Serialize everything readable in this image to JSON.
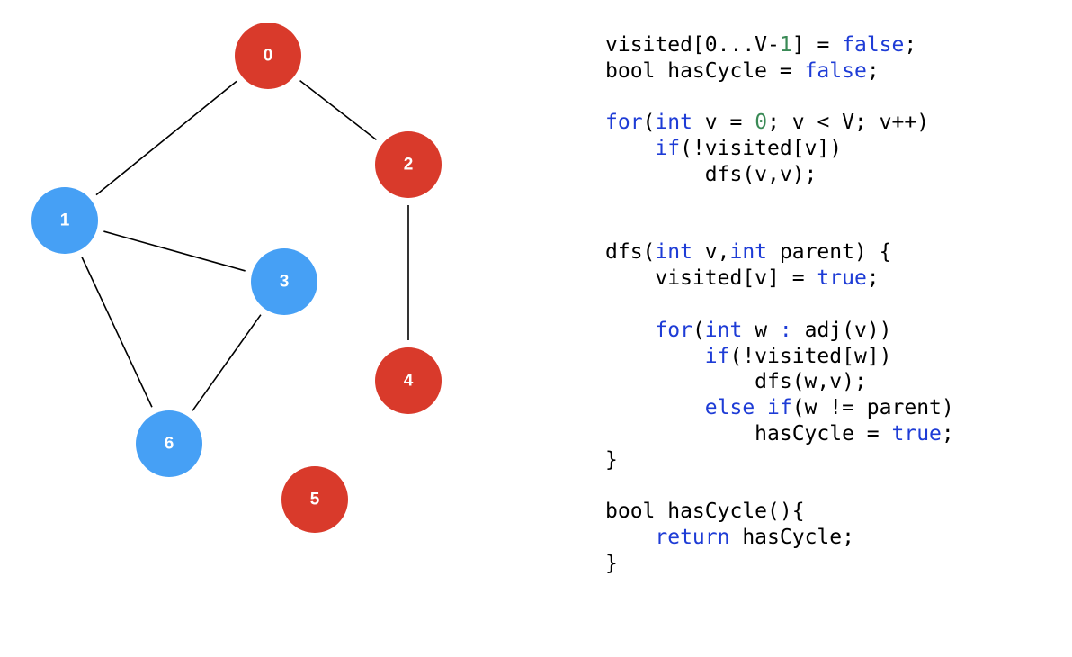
{
  "colors": {
    "visited_red": "#D93A2B",
    "visited_blue": "#46A0F5",
    "edge": "#000000",
    "keyword": "#1E3CD6",
    "number": "#3A8A56",
    "text": "#000000"
  },
  "graph": {
    "nodes": [
      {
        "id": "0",
        "label": "0",
        "color": "visited_red"
      },
      {
        "id": "1",
        "label": "1",
        "color": "visited_blue"
      },
      {
        "id": "2",
        "label": "2",
        "color": "visited_red"
      },
      {
        "id": "3",
        "label": "3",
        "color": "visited_blue"
      },
      {
        "id": "4",
        "label": "4",
        "color": "visited_red"
      },
      {
        "id": "5",
        "label": "5",
        "color": "visited_red"
      },
      {
        "id": "6",
        "label": "6",
        "color": "visited_blue"
      }
    ],
    "edges": [
      {
        "from": "0",
        "to": "1"
      },
      {
        "from": "0",
        "to": "2"
      },
      {
        "from": "1",
        "to": "3"
      },
      {
        "from": "1",
        "to": "6"
      },
      {
        "from": "3",
        "to": "6"
      },
      {
        "from": "2",
        "to": "4"
      }
    ]
  },
  "code": {
    "lines": [
      [
        {
          "t": "visited[",
          "k": "text"
        },
        {
          "t": "0",
          "k": "text"
        },
        {
          "t": "...V-",
          "k": "text"
        },
        {
          "t": "1",
          "k": "number"
        },
        {
          "t": "] = ",
          "k": "text"
        },
        {
          "t": "false",
          "k": "keyword"
        },
        {
          "t": ";",
          "k": "text"
        }
      ],
      [
        {
          "t": "bool hasCycle = ",
          "k": "text"
        },
        {
          "t": "false",
          "k": "keyword"
        },
        {
          "t": ";",
          "k": "text"
        }
      ],
      [],
      [
        {
          "t": "for",
          "k": "keyword"
        },
        {
          "t": "(",
          "k": "text"
        },
        {
          "t": "int",
          "k": "keyword"
        },
        {
          "t": " v = ",
          "k": "text"
        },
        {
          "t": "0",
          "k": "number"
        },
        {
          "t": "; v < V; v++)",
          "k": "text"
        }
      ],
      [
        {
          "t": "    ",
          "k": "text"
        },
        {
          "t": "if",
          "k": "keyword"
        },
        {
          "t": "(!visited[v])",
          "k": "text"
        }
      ],
      [
        {
          "t": "        dfs(v,v);",
          "k": "text"
        }
      ],
      [],
      [],
      [
        {
          "t": "dfs(",
          "k": "text"
        },
        {
          "t": "int",
          "k": "keyword"
        },
        {
          "t": " v,",
          "k": "text"
        },
        {
          "t": "int",
          "k": "keyword"
        },
        {
          "t": " parent) {",
          "k": "text"
        }
      ],
      [
        {
          "t": "    visited[v] = ",
          "k": "text"
        },
        {
          "t": "true",
          "k": "keyword"
        },
        {
          "t": ";",
          "k": "text"
        }
      ],
      [],
      [
        {
          "t": "    ",
          "k": "text"
        },
        {
          "t": "for",
          "k": "keyword"
        },
        {
          "t": "(",
          "k": "text"
        },
        {
          "t": "int",
          "k": "keyword"
        },
        {
          "t": " w ",
          "k": "text"
        },
        {
          "t": ":",
          "k": "keyword"
        },
        {
          "t": " adj(v))",
          "k": "text"
        }
      ],
      [
        {
          "t": "        ",
          "k": "text"
        },
        {
          "t": "if",
          "k": "keyword"
        },
        {
          "t": "(!visited[w])",
          "k": "text"
        }
      ],
      [
        {
          "t": "            dfs(w,v);",
          "k": "text"
        }
      ],
      [
        {
          "t": "        ",
          "k": "text"
        },
        {
          "t": "else if",
          "k": "keyword"
        },
        {
          "t": "(w != parent)",
          "k": "text"
        }
      ],
      [
        {
          "t": "            hasCycle = ",
          "k": "text"
        },
        {
          "t": "true",
          "k": "keyword"
        },
        {
          "t": ";",
          "k": "text"
        }
      ],
      [
        {
          "t": "}",
          "k": "text"
        }
      ],
      [],
      [
        {
          "t": "bool hasCycle(){",
          "k": "text"
        }
      ],
      [
        {
          "t": "    ",
          "k": "text"
        },
        {
          "t": "return",
          "k": "keyword"
        },
        {
          "t": " hasCycle;",
          "k": "text"
        }
      ],
      [
        {
          "t": "}",
          "k": "text"
        }
      ]
    ]
  }
}
